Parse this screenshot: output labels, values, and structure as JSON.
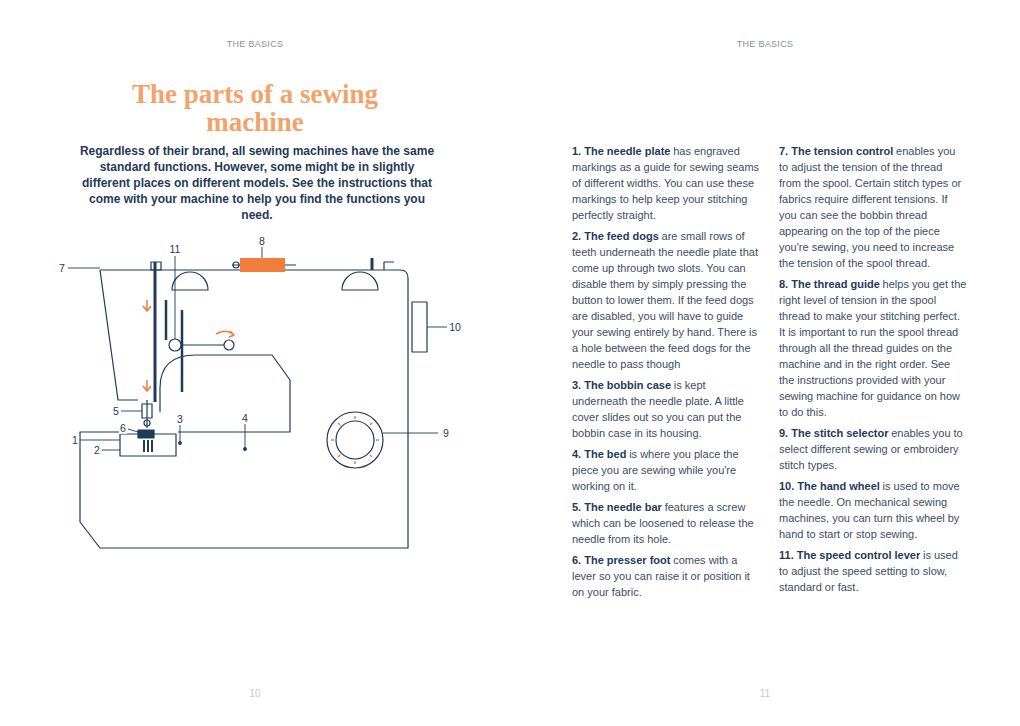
{
  "diagram": {
    "title": "The parts of a sewing machine",
    "labels": [
      "THE BASICS",
      "THE BASICS",
      "Regardless of their brand, all sewing machines have the same standard functions. However, some might be in slightly different places on different models. See the instructions that come with your machine to help you find the functions you need.",
      "1",
      "2",
      "3",
      "4",
      "5",
      "6",
      "7",
      "8",
      "9",
      "10",
      "11",
      "1. The needle plate",
      "has engraved markings as a guide for sewing seams of different widths. You can use these markings to help keep your stitching perfectly straight.",
      "2. The feed dogs",
      "are small rows of teeth underneath the needle plate that come up through two slots. You can disable them by simply pressing the button to lower them. If the feed dogs are disabled, you will have to guide your sewing entirely by hand. There is a hole between the feed dogs for the needle to pass though",
      "3. The bobbin case",
      "is kept underneath the needle plate. A little cover slides out so you can put the bobbin case in its housing.",
      "4. The bed",
      "is where you place the piece you are sewing while you're working on it.",
      "5. The needle bar",
      "features a screw which can be loosened to release the needle from its hole.",
      "6. The presser foot",
      "comes with a lever so you can raise it or position it on your fabric.",
      "7. The tension control",
      "enables you to adjust the tension of the thread from the spool. Certain stitch types or fabrics require different tensions. If you can see the bobbin thread appearing on the top of the piece you're sewing, you need to increase the tension of the spool thread.",
      "8. The thread guide",
      "helps you get the right level of tension in the spool thread to make your stitching perfect. It is important to run the spool thread through all the thread guides on the machine and in the right order. See the instructions provided with your sewing machine for guidance on how to do this.",
      "9. The stitch selector",
      "enables you to select different sewing or embroidery stitch types.",
      "10. The hand wheel",
      "is used to move the needle. On mechanical sewing machines, you can turn this wheel by hand to start or stop sewing.",
      "11. The speed control lever",
      "is used to adjust the speed setting to slow, standard or fast.",
      "10",
      "11"
    ]
  }
}
